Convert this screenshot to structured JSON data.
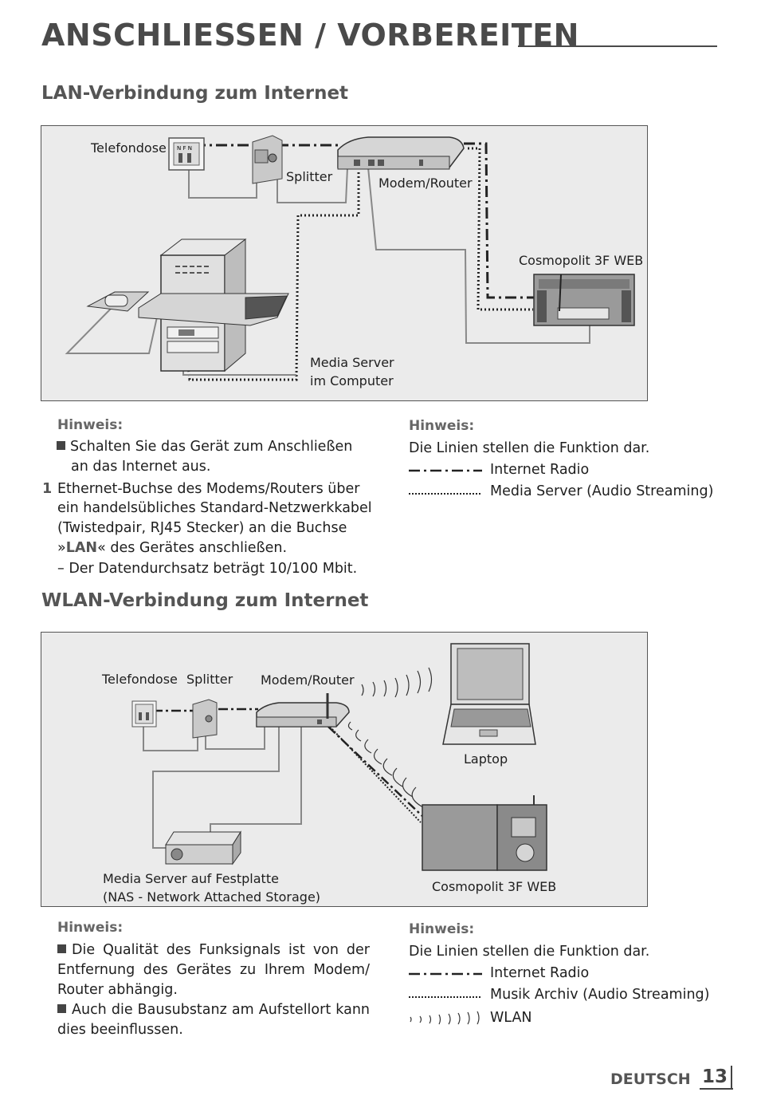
{
  "page_title": "ANSCHLIESSEN / VORBEREITEN",
  "lan": {
    "heading": "LAN-Verbindung zum Internet",
    "labels": {
      "telefondose": "Telefondose",
      "splitter": "Splitter",
      "modem": "Modem/Router",
      "cosmopolit": "Cosmopolit 3F WEB",
      "media_server_1": "Media Server",
      "media_server_2": "im Computer"
    },
    "note_left": {
      "title": "Hinweis:",
      "bullet": "Schalten Sie das Gerät zum Anschließen an das Internet aus.",
      "step_num": "1",
      "step_line1": "Ethernet-Buchse des Modems/Routers über",
      "step_line2": "ein handelsübliches Standard-Netzwerkkabel",
      "step_line3": "(Twistedpair, RJ45 Stecker) an die Buchse",
      "step_pre": "»",
      "step_bold": "LAN",
      "step_post": "« des Gerätes anschließen.",
      "dash_line": "– Der Datendurchsatz beträgt 10/100 Mbit."
    },
    "note_right": {
      "title": "Hinweis:",
      "intro": "Die Linien stellen die Funktion dar.",
      "legend1": "Internet Radio",
      "legend2": "Media Server (Audio Streaming)"
    }
  },
  "wlan": {
    "heading": "WLAN-Verbindung zum Internet",
    "labels": {
      "telefondose": "Telefondose",
      "splitter": "Splitter",
      "modem": "Modem/Router",
      "laptop": "Laptop",
      "nas_1": "Media Server auf Festplatte",
      "nas_2": "(NAS - Network Attached Storage)",
      "cosmopolit": "Cosmopolit 3F WEB"
    },
    "note_left": {
      "title": "Hinweis:",
      "bullet1": "Die Qualität des Funksignals ist von der Entfernung des Gerätes zu Ihrem Modem/ Router abhängig.",
      "bullet2": "Auch die Bausubstanz am Aufstellort kann dies beeinflussen."
    },
    "note_right": {
      "title": "Hinweis:",
      "intro": "Die Linien stellen die Funktion dar.",
      "legend1": "Internet Radio",
      "legend2": "Musik Archiv (Audio Streaming)",
      "legend3": "WLAN"
    }
  },
  "footer": {
    "language": "DEUTSCH",
    "page_number": "13"
  }
}
